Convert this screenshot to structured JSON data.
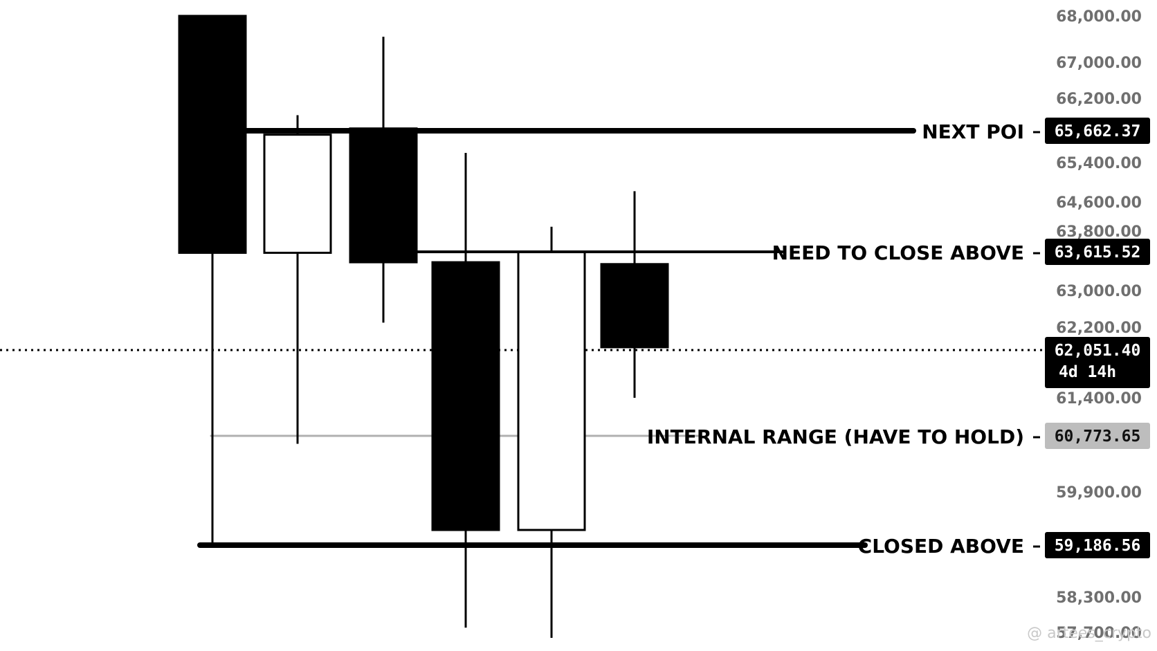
{
  "chart_data": {
    "type": "candlestick",
    "y_axis": {
      "side": "right",
      "tick_labels": [
        "68,000.00",
        "67,000.00",
        "66,200.00",
        "65,400.00",
        "64,600.00",
        "63,800.00",
        "63,000.00",
        "62,200.00",
        "61,400.00",
        "59,900.00",
        "58,300.00",
        "57,700.00"
      ]
    },
    "candles": [
      {
        "open": 68000,
        "high": 68000,
        "low": 59190,
        "close": 63600,
        "color": "black"
      },
      {
        "open": 63600,
        "high": 65920,
        "low": 60650,
        "close": 65630,
        "color": "white"
      },
      {
        "open": 65700,
        "high": 67550,
        "low": 62300,
        "close": 63450,
        "color": "black"
      },
      {
        "open": 63450,
        "high": 65480,
        "low": 57780,
        "close": 59390,
        "color": "black"
      },
      {
        "open": 59390,
        "high": 63920,
        "low": 57600,
        "close": 63610,
        "color": "white"
      },
      {
        "open": 63420,
        "high": 64820,
        "low": 61400,
        "close": 62070,
        "color": "black"
      }
    ],
    "levels": [
      {
        "label": "NEXT POI",
        "value": "65,662.37",
        "style": "thick",
        "badge": "black"
      },
      {
        "label": "NEED TO CLOSE ABOVE",
        "value": "63,615.52",
        "style": "thin",
        "badge": "black"
      },
      {
        "label": "INTERNAL RANGE (HAVE TO HOLD)",
        "value": "60,773.65",
        "style": "grey",
        "badge": "grey"
      },
      {
        "label": "CLOSED ABOVE",
        "value": "59,186.56",
        "style": "thick",
        "badge": "black"
      }
    ],
    "current_price": {
      "value": "62,051.40",
      "countdown": "4d 14h",
      "line": "dotted"
    }
  },
  "watermark": "@ artees_crypto",
  "colors": {
    "candle_black": "#000000",
    "candle_white": "#ffffff",
    "axis_text": "#6f6f6f",
    "internal_range": "#b0b0b0"
  }
}
